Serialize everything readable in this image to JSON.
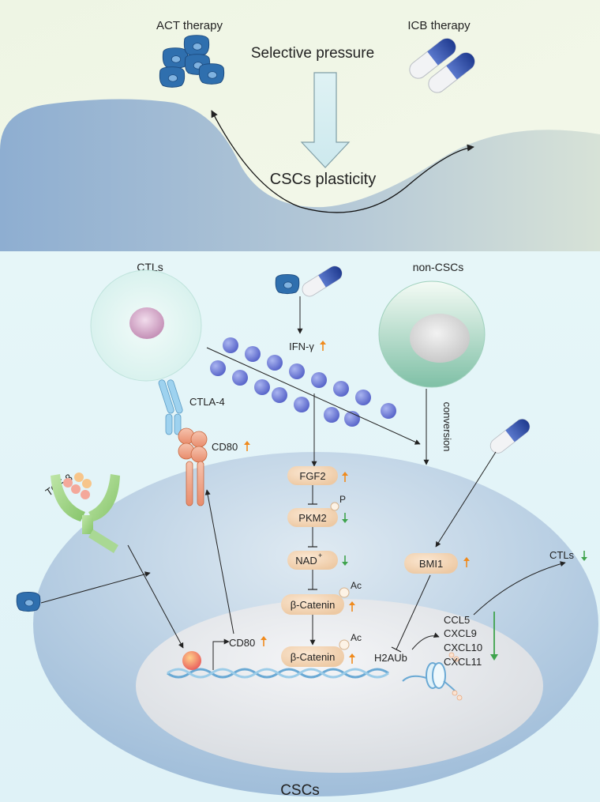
{
  "top": {
    "act_label": "ACT therapy",
    "icb_label": "ICB therapy",
    "pressure_label": "Selective pressure",
    "plasticity_label": "CSCs plasticity"
  },
  "bottom": {
    "ctls_label": "CTLs",
    "noncscs_label": "non-CSCs",
    "ifn_label": "IFN-γ",
    "ctla4_label": "CTLA-4",
    "cd80_label": "CD80",
    "tgf_label": "TGF-β",
    "conversion_label": "conversion",
    "fgf2_label": "FGF2",
    "pkm2_label": "PKM2",
    "p_label": "P",
    "nad_label": "NAD",
    "nad_sup": "+",
    "bcat1_label": "β-Catenin",
    "bcat2_label": "β-Catenin",
    "ac1_label": "Ac",
    "ac2_label": "Ac",
    "bmi1_label": "BMI1",
    "ctls_out_label": "CTLs",
    "ccl5": "CCL5",
    "cxcl9": "CXCL9",
    "cxcl10": "CXCL10",
    "cxcl11": "CXCL11",
    "cd80_nuc_label": "CD80",
    "h2aub_label": "H2AUb",
    "cscs_label": "CSCs"
  },
  "colors": {
    "up_arrow": "#f08a1c",
    "down_arrow": "#3fa34d",
    "pill_blue": "#2f4fa8",
    "cell_blue": "#2f6fae"
  }
}
